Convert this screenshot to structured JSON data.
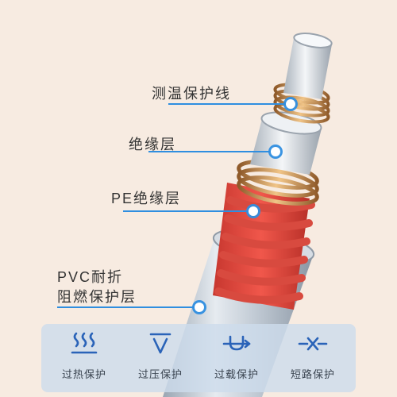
{
  "callouts": [
    {
      "label": "测温保护线"
    },
    {
      "label": "绝缘层"
    },
    {
      "label": "PE绝缘层"
    },
    {
      "label_line1": "PVC耐折",
      "label_line2": "阻燃保护层"
    }
  ],
  "features": [
    {
      "label": "过热保护",
      "icon": "heat-waves-icon"
    },
    {
      "label": "过压保护",
      "icon": "voltage-v-icon"
    },
    {
      "label": "过载保护",
      "icon": "overload-icon"
    },
    {
      "label": "短路保护",
      "icon": "short-circuit-icon"
    }
  ],
  "colors": {
    "background": "#f7ebe1",
    "accent_blue": "#2f8ee0",
    "pe_red": "#e0453a",
    "copper": "#c9904f",
    "icon_blue": "#2a63b8"
  }
}
